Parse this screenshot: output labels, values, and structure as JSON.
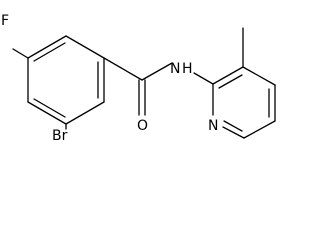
{
  "atoms": {
    "fluorine": "F",
    "bromine": "Br",
    "oxygen": "O",
    "amide_nitrogen": "N",
    "amide_hydrogen": "H",
    "pyridine_nitrogen": "N"
  }
}
